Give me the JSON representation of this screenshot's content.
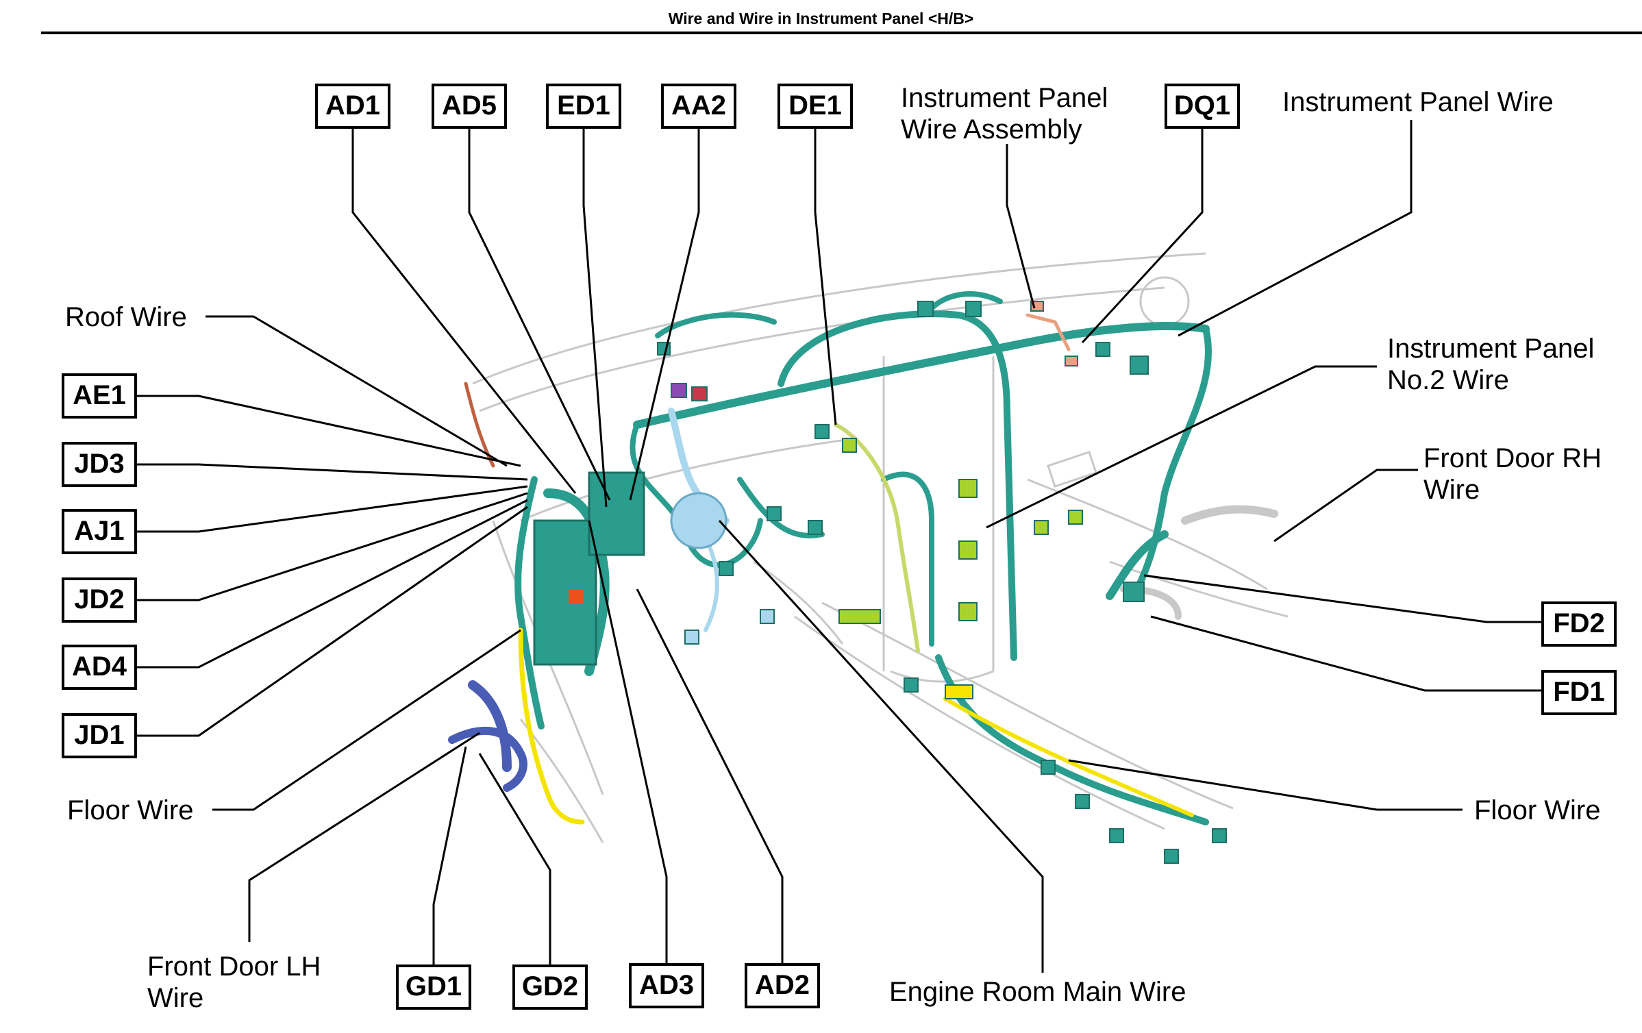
{
  "header": {
    "title": "Wire and Wire in Instrument Panel <H/B>"
  },
  "colors": {
    "teal": "#2a9d8f",
    "yellow": "#f5e400",
    "lightblue": "#a9d7ee",
    "orange": "#e87d50",
    "navy": "#4a5db5",
    "lime": "#a6d32c",
    "outline": "#c8c8c8"
  },
  "codes": {
    "AD1": "AD1",
    "AD5": "AD5",
    "ED1": "ED1",
    "AA2": "AA2",
    "DE1": "DE1",
    "DQ1": "DQ1",
    "AE1": "AE1",
    "JD3": "JD3",
    "AJ1": "AJ1",
    "JD2": "JD2",
    "AD4": "AD4",
    "JD1": "JD1",
    "GD1": "GD1",
    "GD2": "GD2",
    "AD3": "AD3",
    "AD2": "AD2",
    "FD2": "FD2",
    "FD1": "FD1"
  },
  "labels": {
    "ip_wire_assembly": [
      "Instrument Panel",
      "Wire Assembly"
    ],
    "ip_wire": "Instrument Panel Wire",
    "roof_wire": "Roof Wire",
    "ip_no2_wire": [
      "Instrument Panel",
      "No.2 Wire"
    ],
    "front_door_rh_wire": [
      "Front Door RH",
      "Wire"
    ],
    "floor_wire_left": "Floor Wire",
    "floor_wire_right": "Floor Wire",
    "front_door_lh_wire": [
      "Front Door LH",
      "Wire"
    ],
    "engine_room_main_wire": "Engine Room Main Wire"
  }
}
